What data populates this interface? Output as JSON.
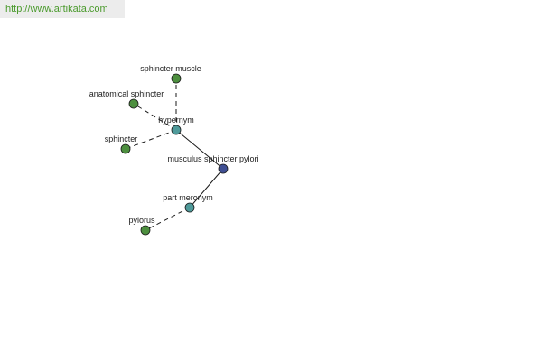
{
  "site": {
    "url": "http://www.artikata.com"
  },
  "colors": {
    "leaf": "#4d8f3f",
    "relation": "#4f9a9a",
    "center": "#3f4f93",
    "edge": "#1a1a1a"
  },
  "graph": {
    "nodes": [
      {
        "id": "center",
        "label": "musculus sphincter pylori",
        "kind": "center"
      },
      {
        "id": "hypernym",
        "label": "hypernym",
        "kind": "relation"
      },
      {
        "id": "part-meronym",
        "label": "part meronym",
        "kind": "relation"
      },
      {
        "id": "sphincter-muscle",
        "label": "sphincter muscle",
        "kind": "leaf"
      },
      {
        "id": "anatomical-sphincter",
        "label": "anatomical sphincter",
        "kind": "leaf"
      },
      {
        "id": "sphincter",
        "label": "sphincter",
        "kind": "leaf"
      },
      {
        "id": "pylorus",
        "label": "pylorus",
        "kind": "leaf"
      }
    ],
    "edges": [
      {
        "from": "center",
        "to": "hypernym",
        "style": "solid"
      },
      {
        "from": "center",
        "to": "part-meronym",
        "style": "solid"
      },
      {
        "from": "hypernym",
        "to": "sphincter-muscle",
        "style": "dashed"
      },
      {
        "from": "hypernym",
        "to": "anatomical-sphincter",
        "style": "dashed"
      },
      {
        "from": "hypernym",
        "to": "sphincter",
        "style": "dashed"
      },
      {
        "from": "part-meronym",
        "to": "pylorus",
        "style": "dashed"
      }
    ]
  }
}
